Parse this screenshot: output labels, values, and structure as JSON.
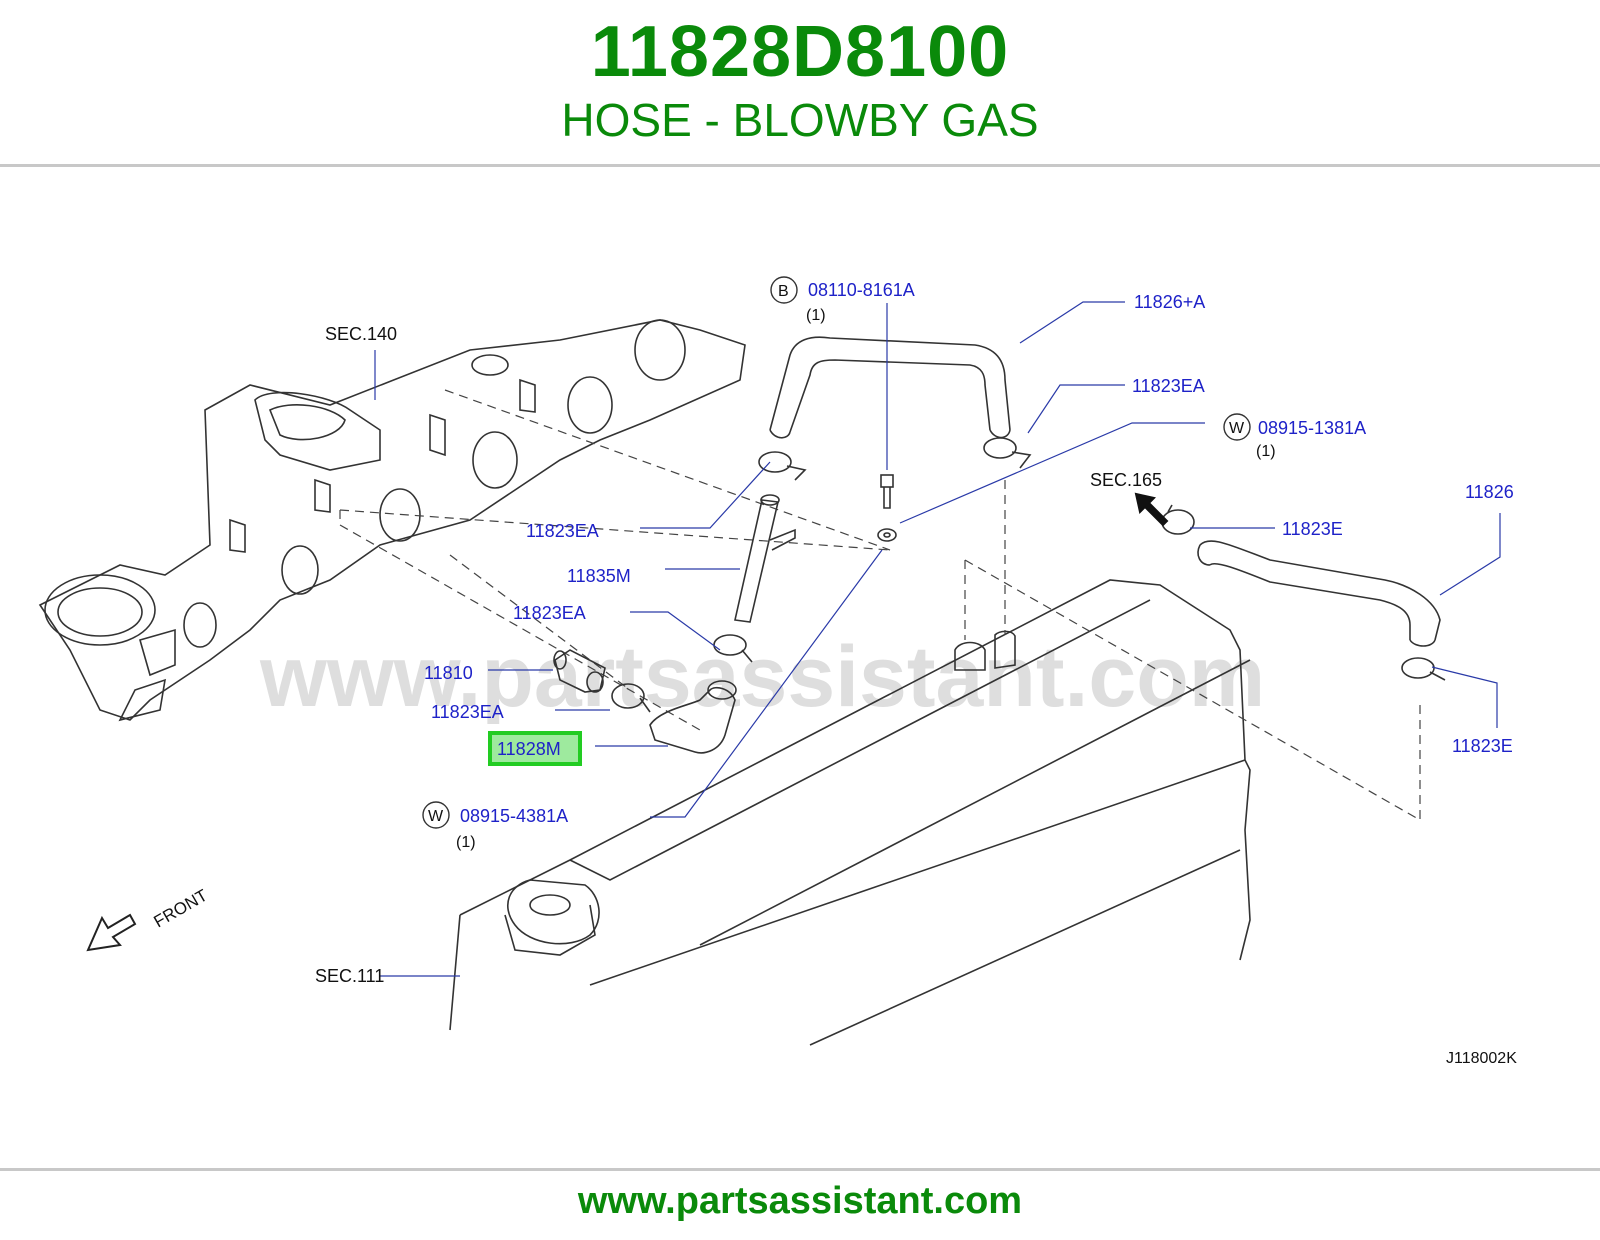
{
  "header": {
    "part_number": "11828D8100",
    "part_name": "HOSE - BLOWBY GAS"
  },
  "footer": {
    "url": "www.partsassistant.com"
  },
  "watermark": "www.partsassistant.com",
  "diagram_code": "J118002K",
  "front_label": "FRONT",
  "section_labels": {
    "sec140": "SEC.140",
    "sec165": "SEC.165",
    "sec111": "SEC.111"
  },
  "callouts": {
    "c08110": {
      "prefix": "B",
      "number": "08110-8161A",
      "qty": "(1)"
    },
    "c11826a": "11826+A",
    "c11823ea_top_right": "11823EA",
    "c08915_1381": {
      "prefix": "W",
      "number": "08915-1381A",
      "qty": "(1)"
    },
    "c11826": "11826",
    "c11823e_upper": "11823E",
    "c11823e_lower": "11823E",
    "c11823ea_upper_left": "11823EA",
    "c11835m": "11835M",
    "c11823ea_mid": "11823EA",
    "c11810": "11810",
    "c11823ea_lower": "11823EA",
    "c11828m": "11828M",
    "c08915_4381": {
      "prefix": "W",
      "number": "08915-4381A",
      "qty": "(1)"
    }
  },
  "highlight_color": "#22cc22",
  "brand_color": "#0a8a0a",
  "label_color": "#1e22c8"
}
